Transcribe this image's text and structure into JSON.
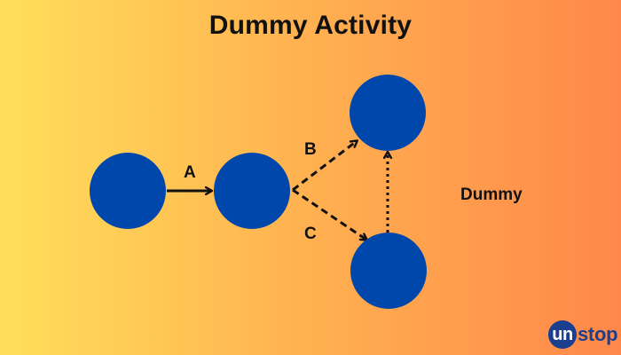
{
  "title": "Dummy Activity",
  "colors": {
    "node_fill": "#0047AB",
    "arrow": "#111111",
    "logo": "#1B3F8F"
  },
  "nodes": [
    {
      "id": "node-1"
    },
    {
      "id": "node-2"
    },
    {
      "id": "node-3"
    },
    {
      "id": "node-4"
    }
  ],
  "edges": [
    {
      "id": "edge-a",
      "from": "node-1",
      "to": "node-2",
      "label": "A",
      "style": "solid"
    },
    {
      "id": "edge-b",
      "from": "node-2",
      "to": "node-3",
      "label": "B",
      "style": "dashed"
    },
    {
      "id": "edge-c",
      "from": "node-2",
      "to": "node-4",
      "label": "C",
      "style": "dashed"
    },
    {
      "id": "edge-dummy",
      "from": "node-4",
      "to": "node-3",
      "label": "Dummy",
      "style": "dotted"
    }
  ],
  "logo": {
    "bubble_text": "un",
    "text": "stop"
  }
}
